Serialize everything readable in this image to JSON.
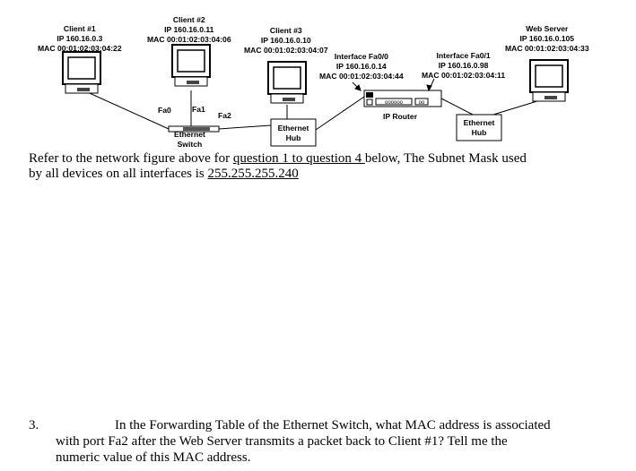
{
  "diagram": {
    "client1": {
      "name": "Client #1",
      "ip": "IP 160.16.0.3",
      "mac": "MAC 00:01:02:03:04:22"
    },
    "client2": {
      "name": "Client #2",
      "ip": "IP 160.16.0.11",
      "mac": "MAC 00:01:02:03:04:06"
    },
    "client3": {
      "name": "Client #3",
      "ip": "IP 160.16.0.10",
      "mac": "MAC 00:01:02:03:04:07"
    },
    "web_server": {
      "name": "Web Server",
      "ip": "IP 160.16.0.105",
      "mac": "MAC 00:01:02:03:04:33"
    },
    "fa00": {
      "name": "Interface Fa0/0",
      "ip": "IP 160.16.0.14",
      "mac": "MAC 00:01:02:03:04:44"
    },
    "fa01": {
      "name": "Interface Fa0/1",
      "ip": "IP 160.16.0.98",
      "mac": "MAC 00:01:02:03:04:11"
    },
    "switch": {
      "line1": "Ethernet",
      "line2": "Switch",
      "port0": "Fa0",
      "port1": "Fa1",
      "port2": "Fa2"
    },
    "hub_left": {
      "line1": "Ethernet",
      "line2": "Hub"
    },
    "hub_right": {
      "line1": "Ethernet",
      "line2": "Hub"
    },
    "router": {
      "label": "IP Router"
    }
  },
  "intro": {
    "part1": "Refer to the network figure above for ",
    "link": "question 1 to question 4 ",
    "part2": "below,   The Subnet Mask used",
    "part3": "by all devices on all interfaces is ",
    "mask": "255.255.255.240"
  },
  "question": {
    "number": "3.",
    "line1": "In the Forwarding Table of the Ethernet Switch, what MAC address is associated",
    "line2": "with port Fa2 after the Web Server transmits a packet back to Client #1?  Tell me the",
    "line3": "numeric value of this MAC address."
  }
}
